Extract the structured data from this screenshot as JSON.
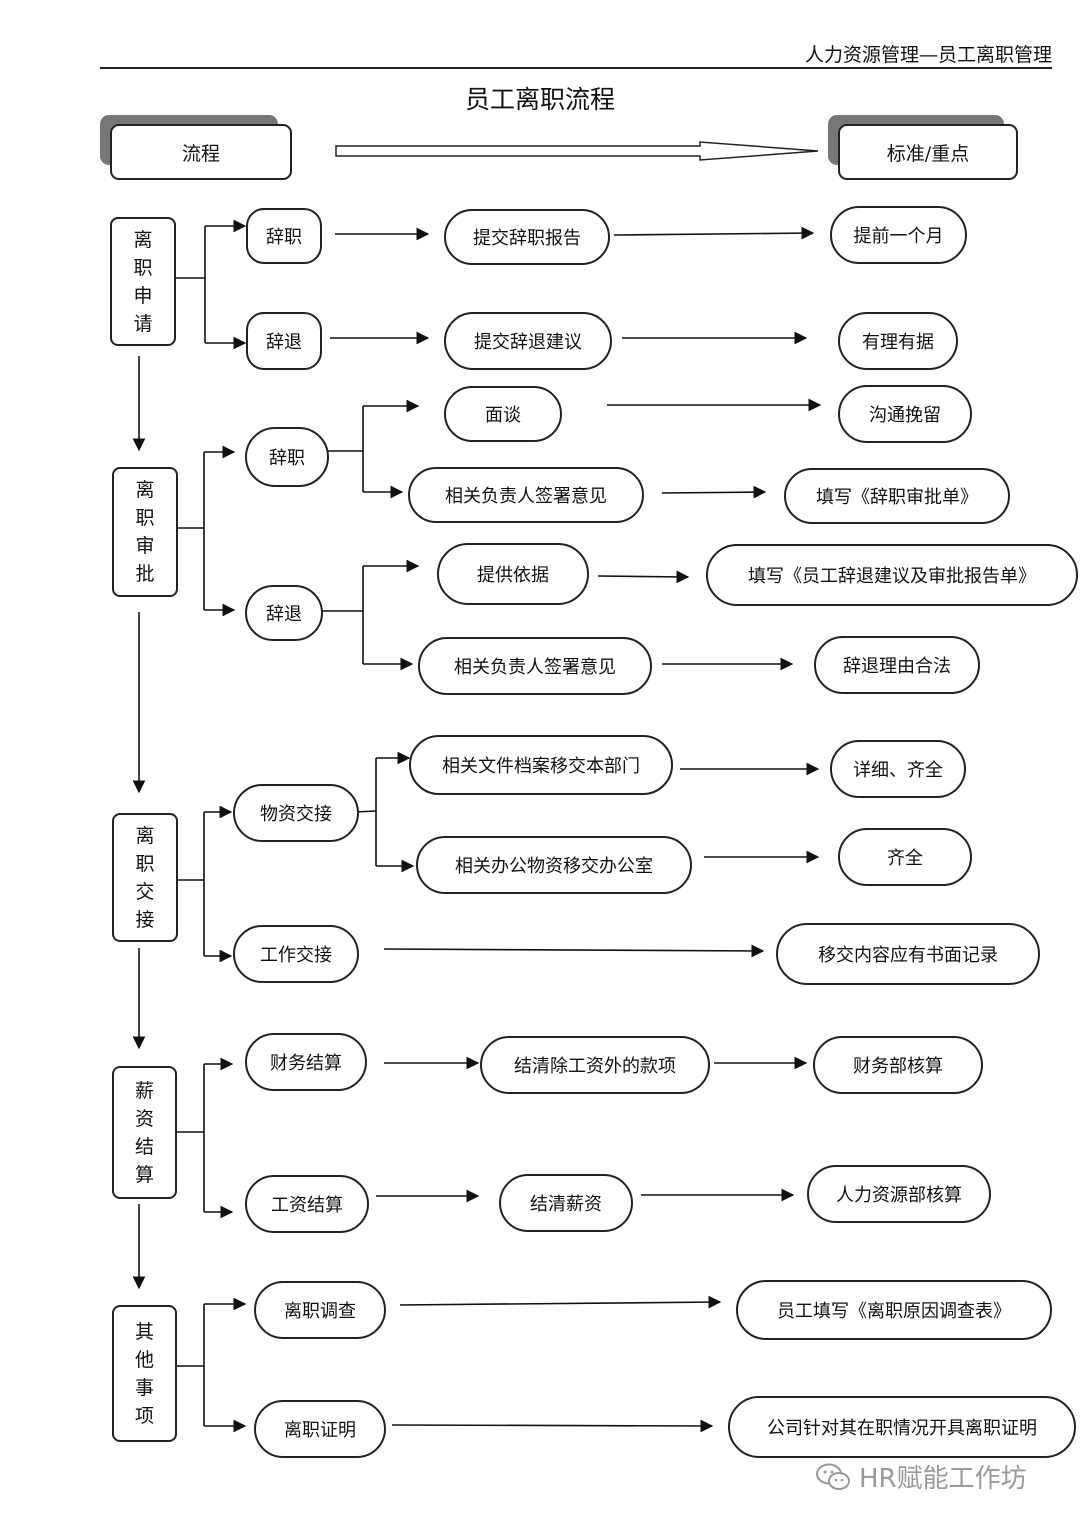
{
  "header": {
    "text": "人力资源管理—员工离职管理"
  },
  "title": "员工离职流程",
  "legend": {
    "process": "流程",
    "standard": "标准/重点"
  },
  "stages": [
    {
      "chars": [
        "离",
        "职",
        "申",
        "请"
      ]
    },
    {
      "chars": [
        "离",
        "职",
        "审",
        "批"
      ]
    },
    {
      "chars": [
        "离",
        "职",
        "交",
        "接"
      ]
    },
    {
      "chars": [
        "薪",
        "资",
        "结",
        "算"
      ]
    },
    {
      "chars": [
        "其",
        "他",
        "事",
        "项"
      ]
    }
  ],
  "nodes": {
    "s1_resign": "辞职",
    "s1_resign_step": "提交辞职报告",
    "s1_resign_std": "提前一个月",
    "s1_dismiss": "辞退",
    "s1_dismiss_step": "提交辞退建议",
    "s1_dismiss_std": "有理有据",
    "s2_resign": "辞职",
    "s2_interview": "面谈",
    "s2_interview_std": "沟通挽留",
    "s2_resign_sign": "相关负责人签署意见",
    "s2_resign_sign_std": "填写《辞职审批单》",
    "s2_dismiss": "辞退",
    "s2_basis": "提供依据",
    "s2_basis_std": "填写《员工辞退建议及审批报告单》",
    "s2_dismiss_sign": "相关负责人签署意见",
    "s2_dismiss_sign_std": "辞退理由合法",
    "s3_materials": "物资交接",
    "s3_files": "相关文件档案移交本部门",
    "s3_files_std": "详细、齐全",
    "s3_office": "相关办公物资移交办公室",
    "s3_office_std": "齐全",
    "s3_work": "工作交接",
    "s3_work_std": "移交内容应有书面记录",
    "s4_finance": "财务结算",
    "s4_finance_step": "结清除工资外的款项",
    "s4_finance_std": "财务部核算",
    "s4_wage": "工资结算",
    "s4_wage_step": "结清薪资",
    "s4_wage_std": "人力资源部核算",
    "s5_survey": "离职调查",
    "s5_survey_std": "员工填写《离职原因调查表》",
    "s5_cert": "离职证明",
    "s5_cert_std": "公司针对其在职情况开具离职证明"
  },
  "watermark": {
    "text": "HR赋能工作坊",
    "icon": "wechat-icon"
  }
}
